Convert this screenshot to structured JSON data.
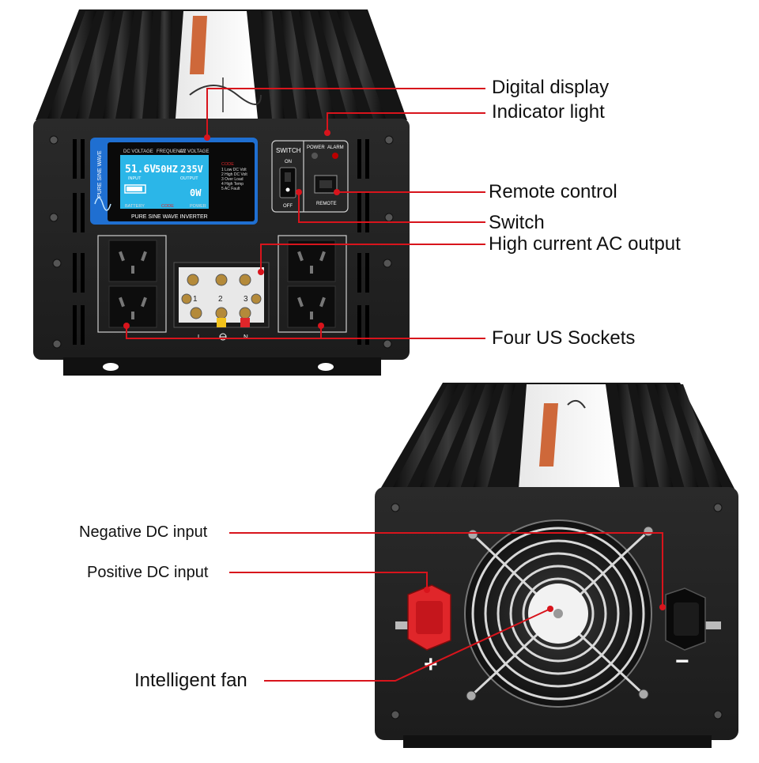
{
  "lcd": {
    "dc_voltage": "DC VOLTAGE",
    "frequency": "FREQUENCY",
    "ac_voltage": "AC VOLTAGE",
    "value_dc": "51.6V",
    "value_freq": "50HZ",
    "value_ac": "235V",
    "input_label": "INPUT",
    "output_label": "OUTPUT",
    "power_value": "0W",
    "code_title": "CODE",
    "codes": [
      "1 Low DC Volt",
      "2 High DC Volt",
      "3 Over Load",
      "4 High Temp",
      "5 AC Fault"
    ],
    "bottom_battery": "BATTERY",
    "bottom_code": "CODE",
    "bottom_power": "POWER",
    "footer": "PURE SINE WAVE INVERTER",
    "side_label": "PURE SINE WAVE"
  },
  "panel": {
    "switch_title": "SWITCH",
    "on": "ON",
    "off": "OFF",
    "power_led": "POWER",
    "alarm_led": "ALARM",
    "remote": "REMOTE",
    "terminal_l": "L",
    "terminal_n": "N",
    "terminal_nums": [
      "1",
      "2",
      "3"
    ]
  },
  "callouts": {
    "digital_display": "Digital display",
    "indicator_light": "Indicator light",
    "remote_control": "Remote control",
    "switch": "Switch",
    "high_current": "High current AC output",
    "four_sockets": "Four US Sockets",
    "negative_dc": "Negative DC input",
    "positive_dc": "Positive DC input",
    "intelligent_fan": "Intelligent fan"
  },
  "symbols": {
    "plus": "+",
    "minus": "−"
  },
  "colors": {
    "callout_line": "#d8141c",
    "lcd_blue": "#1f6fd1",
    "terminal_red": "#e0262a",
    "terminal_yellow": "#f2c21b"
  }
}
